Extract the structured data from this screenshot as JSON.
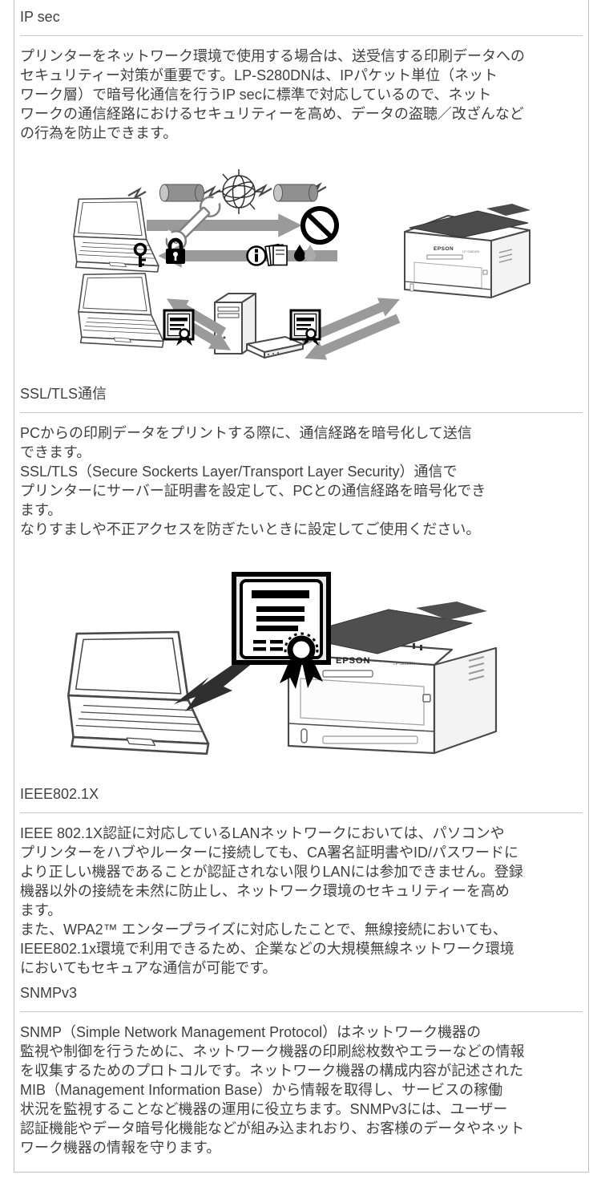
{
  "document": {
    "sections": [
      {
        "heading": "IP sec",
        "body": "プリンターをネットワーク環境で使用する場合は、送受信する印刷データへの\nセキュリティー対策が重要です。LP-S280DNは、IPパケット単位（ネット\nワーク層）で暗号化通信を行うIP secに標準で対応しているので、ネット\nワークの通信経路におけるセキュリティーを高め、データの盗聴／改ざんなど\nの行為を防止できます。"
      },
      {
        "heading": "SSL/TLS通信",
        "body": "PCからの印刷データをプリントする際に、通信経路を暗号化して送信\nできます。\nSSL/TLS（Secure Sockerts Layer/Transport Layer Security）通信で\nプリンターにサーバー証明書を設定して、PCとの通信経路を暗号化でき\nます。\nなりすましや不正アクセスを防ぎたいときに設定してご使用ください。"
      },
      {
        "heading": "IEEE802.1X",
        "body": "IEEE 802.1X認証に対応しているLANネットワークにおいては、パソコンや\nプリンターをハブやルーターに接続しても、CA署名証明書やID/パスワードに\nより正しい機器であることが認証されない限りLANには参加できません。登録\n機器以外の接続を未然に防止し、ネットワーク環境のセキュリティーを高め\nます。\nまた、WPA2™ エンタープライズに対応したことで、無線接続においても、\nIEEE802.1x環境で利用できるため、企業などの大規模無線ネットワーク環境\nにおいてもセキュアな通信が可能です。"
      },
      {
        "heading": "SNMPv3",
        "body": "SNMP（Simple Network Management Protocol）はネットワーク機器の\n監視や制御を行うために、ネットワーク機器の印刷総枚数やエラーなどの情報\nを収集するためのプロトコルです。ネットワーク機器の構成内容が記述された\nMIB（Management Information Base）から情報を取得し、サービスの稼働\n状況を監視することなど機器の運用に役立ちます。SNMPv3には、ユーザー\n認証機能やデータ暗号化機能などが組み込まれおり、お客様のデータやネット\nワーク機器の情報を守ります。"
      }
    ],
    "illustrations": {
      "ipsec_diagram": {
        "printer_label": "EPSON",
        "printer_model": "LP-S280DN",
        "icons": [
          "laptop-icon",
          "secure-tunnel-icon",
          "globe-icon",
          "wrench-icon",
          "prohibited-icon",
          "key-icon",
          "padlock-icon",
          "info-icon",
          "documents-icon",
          "ink-drops-icon",
          "desktop-pc-icon",
          "network-switch-icon",
          "certificate-icon",
          "printer-icon"
        ]
      },
      "ssl_diagram": {
        "printer_label": "EPSON",
        "printer_model": "LP-S280DN",
        "icons": [
          "laptop-icon",
          "lightning-icon",
          "certificate-icon",
          "printer-icon"
        ]
      }
    },
    "colors": {
      "text": "#404040",
      "rule": "#c8c8c8",
      "border": "#c2c2c2",
      "arrow": "#9a9a9a",
      "printer_top": "#4f4f4f"
    }
  }
}
